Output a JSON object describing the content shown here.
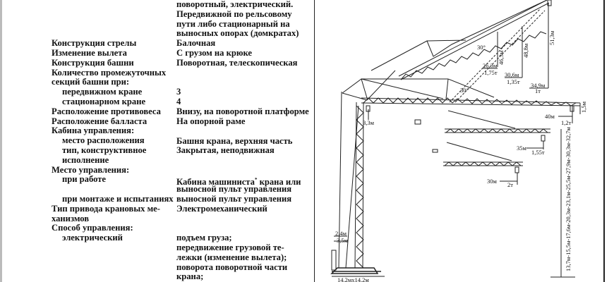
{
  "spec": {
    "boom_type_cont": "поворотный, электрический.",
    "mobility": [
      "Передвижной по рельсовому",
      "пути либо стационарный на",
      "выносных опорах (домкратах)"
    ],
    "rows": [
      {
        "label": "Конструкция стрелы",
        "value": "Балочная"
      },
      {
        "label": "Изменение вылета",
        "value": "С грузом на крюке"
      },
      {
        "label": "Конструкция башни",
        "value": "Поворотная, телескопическая"
      },
      {
        "label": "Количество промежуточных",
        "label2": "секций башни при:"
      },
      {
        "label": "передвижном кране",
        "value": "3"
      },
      {
        "label": "стационарном кране",
        "value": "4"
      },
      {
        "label": "Расположение противовеса",
        "value": "Внизу, на поворотной платформе"
      },
      {
        "label": "Расположение балласта",
        "value": "На опорной раме"
      },
      {
        "label": "Кабина управления:"
      },
      {
        "label": "место расположения",
        "value": "Башня крана, верхняя часть"
      },
      {
        "label": "тип, конструктивное",
        "label2": "исполнение",
        "value": "Закрытая, неподвижная"
      },
      {
        "label": "Место управления:"
      },
      {
        "label": "при работе",
        "value": "Кабина машиниста",
        "footnote": "*",
        "value_cont": "крана или",
        "value2": "выносной пульт управления"
      },
      {
        "label": "при монтаже и испытаниях",
        "value": "выносной пульт управления"
      },
      {
        "label": "Тип привода крановых ме-",
        "label2": "ханизмов",
        "value": "Электромеханический"
      },
      {
        "label": "Способ управления:"
      },
      {
        "label": "электрический",
        "value": "подъем груза;"
      }
    ],
    "control_ops": [
      "передвижение грузовой те-",
      "лежки (изменение вылета);",
      "поворота поворотной части",
      "крана;"
    ]
  },
  "diagram": {
    "labels": {
      "r26": "26,3м",
      "q175": "1,75т",
      "h463": "46,3м",
      "h488": "48,8м",
      "h513": "51,3м",
      "r306": "30,6м",
      "q135": "1,35т",
      "r349": "34,9м",
      "q1": "1т",
      "angle1": "30°",
      "angle2": "30°",
      "r40": "40м",
      "q12": "1,2т",
      "h15": "1,5м",
      "r33": "3,3м",
      "r35": "35м",
      "q155": "1,55т",
      "r30": "30м",
      "q2": "2т",
      "heights": "13,7м-15,5м-17,6м-20,3м-23,1м-25,5м-27,9м-30,3м-32,7м",
      "b24": "2,4м",
      "b35": "3,5м",
      "base": "14,2мx14,2м"
    }
  }
}
